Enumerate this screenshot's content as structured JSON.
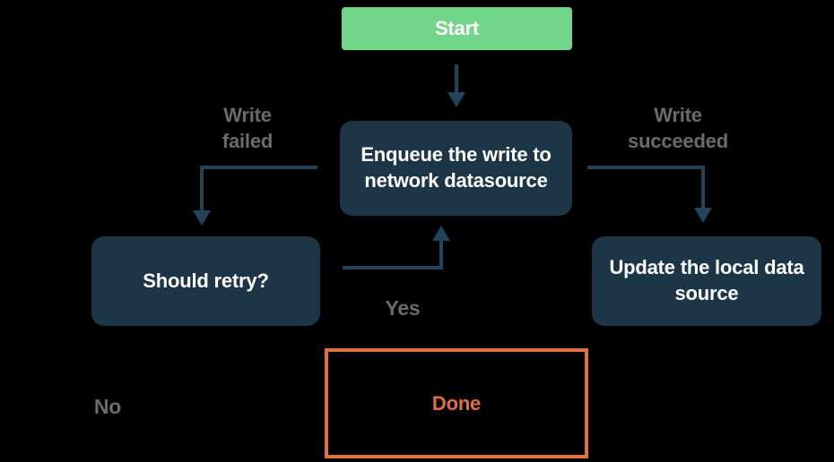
{
  "diagram": {
    "background": "#000000",
    "colors": {
      "start_fill": "#71d58a",
      "node_fill": "#1c3647",
      "node_text": "#ffffff",
      "arrow": "#23425c",
      "edge_label_text": "#6b6b6b",
      "done_accent": "#e2703c"
    },
    "nodes": {
      "start": {
        "label": "Start",
        "type": "start"
      },
      "enqueue": {
        "label": "Enqueue the write to\nnetwork datasource",
        "type": "process"
      },
      "retry": {
        "label": "Should retry?",
        "type": "process"
      },
      "update": {
        "label": "Update the local data\nsource",
        "type": "process"
      },
      "done": {
        "label": "Done",
        "type": "terminal"
      }
    },
    "edge_labels": {
      "write_failed": "Write\nfailed",
      "write_succeeded": "Write\nsucceeded",
      "yes": "Yes",
      "no": "No"
    },
    "edges": [
      {
        "from": "start",
        "to": "enqueue",
        "label": ""
      },
      {
        "from": "enqueue",
        "to": "retry",
        "label": "Write failed"
      },
      {
        "from": "enqueue",
        "to": "update",
        "label": "Write succeeded"
      },
      {
        "from": "retry",
        "to": "enqueue",
        "label": "Yes"
      },
      {
        "from": "retry",
        "to": "done",
        "label": "No"
      }
    ]
  }
}
